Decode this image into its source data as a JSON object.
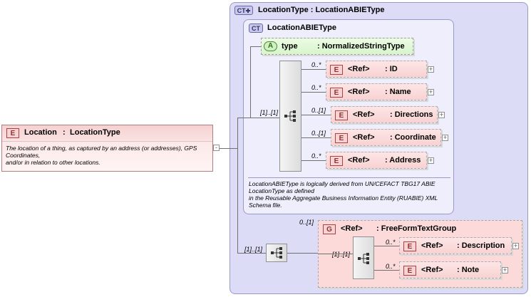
{
  "location": {
    "badge": "E",
    "name": "Location",
    "sep": ":",
    "type": "LocationType",
    "desc_line1": "The location of a thing, as captured by an address (or addresses), GPS",
    "desc_line2": "Coordinates,",
    "desc_line3": "and/or in relation to other locations."
  },
  "outer_ct": {
    "badge": "CT",
    "title": "LocationType : LocationABIEType"
  },
  "inner_ct": {
    "badge": "CT",
    "title": "LocationABIEType",
    "note_line1": "LocationABIEType is logically derived from UN/CEFACT TBG17 ABIE",
    "note_line2": "LocationType as defined",
    "note_line3": "in the Reusable Aggregate Business Information Entity (RUABIE) XML",
    "note_line4": "Schema file."
  },
  "attribute": {
    "badge": "A",
    "name": "type",
    "type": ": NormalizedStringType"
  },
  "sequence_multiplicity": "[1]..[1]",
  "elements": [
    {
      "badge": "E",
      "ref": "<Ref>",
      "name": ": ID",
      "mult": "0..*"
    },
    {
      "badge": "E",
      "ref": "<Ref>",
      "name": ": Name",
      "mult": "0..*"
    },
    {
      "badge": "E",
      "ref": "<Ref>",
      "name": ": Directions",
      "mult": "0..[1]"
    },
    {
      "badge": "E",
      "ref": "<Ref>",
      "name": ": Coordinate",
      "mult": "0..[1]"
    },
    {
      "badge": "E",
      "ref": "<Ref>",
      "name": ": Address",
      "mult": "0..*"
    }
  ],
  "outer_sequence_multiplicity": "[1]..[1]",
  "group": {
    "badge": "G",
    "ref": "<Ref>",
    "name": ": FreeFormTextGroup",
    "mult": "0..[1]",
    "sequence_multiplicity": "[1]..[1]",
    "elements": [
      {
        "badge": "E",
        "ref": "<Ref>",
        "name": ": Description",
        "mult": "0..*"
      },
      {
        "badge": "E",
        "ref": "<Ref>",
        "name": ": Note",
        "mult": "0..*"
      }
    ]
  },
  "icons": {
    "plus": "+",
    "sequence": "sequence-icon"
  }
}
